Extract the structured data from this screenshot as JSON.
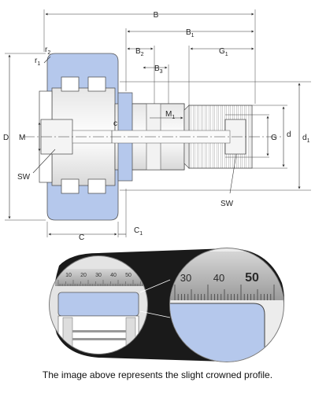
{
  "labels": {
    "B": "B",
    "B1": "B",
    "B1_sub": "1",
    "B2": "B",
    "B2_sub": "2",
    "B3": "B",
    "B3_sub": "3",
    "G1": "G",
    "G1_sub": "1",
    "r2": "r",
    "r2_sub": "2",
    "r1": "r",
    "r1_sub": "1",
    "D": "D",
    "M": "M",
    "M1": "M",
    "M1_sub": "1",
    "c": "c",
    "G": "G",
    "d": "d",
    "d1": "d",
    "d1_sub": "1",
    "SW_left": "SW",
    "SW_right": "SW",
    "C": "C",
    "C1": "C",
    "C1_sub": "1"
  },
  "ruler_small": [
    "10",
    "20",
    "30",
    "40",
    "50"
  ],
  "ruler_large": [
    "30",
    "40",
    "50"
  ],
  "caption": "The image above represents the slight crowned profile.",
  "colors": {
    "roller": "#b5c8ec",
    "line": "#333333",
    "detail_bg": "#1a1a1a"
  }
}
